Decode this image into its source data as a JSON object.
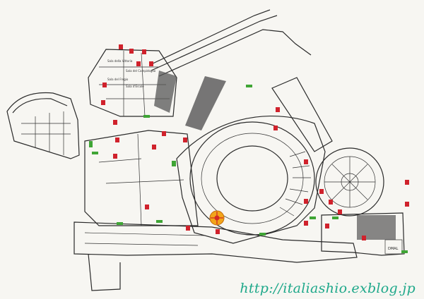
{
  "map": {
    "rooms": {
      "room_a": "Sala della Vittoria",
      "room_b": "Sala del Fregio",
      "room_c": "Sala del Campidoglio",
      "room_d": "Sala d'Ercole"
    },
    "small_label": "DMAL"
  },
  "watermark": "http://italiashio.exblog.jp",
  "colors": {
    "paper": "#f7f6f2",
    "lines": "#2a2a2a",
    "emergency_sign": "#d0222c",
    "exit_sign": "#3fa535",
    "highlight": "#f2a51a",
    "watermark": "#1ea88a"
  }
}
